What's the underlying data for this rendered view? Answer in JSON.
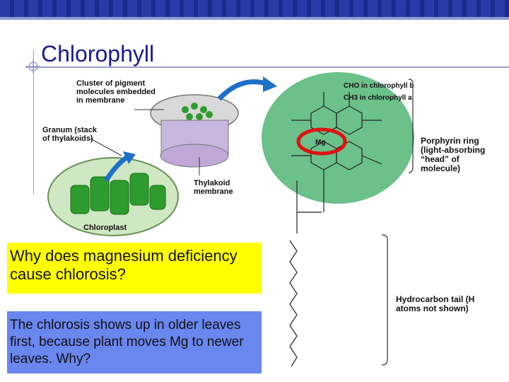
{
  "slide": {
    "title": "Chlorophyll",
    "question": "Why does magnesium deficiency cause chlorosis?",
    "answer": "The chlorosis shows up in older leaves first, because plant moves Mg to newer leaves. Why?"
  },
  "figure": {
    "cluster_label": "Cluster of pigment molecules embedded in membrane",
    "granum_label": "Granum (stack of thylakoids)",
    "thylakoid_label": "Thylakoid membrane",
    "chloroplast_label": "Chloroplast",
    "chl_b_label": "CHO in chlorophyll b",
    "chl_a_label": "CH3 in chlorophyll a",
    "porphyrin_label": "Porphyrin ring (light-absorbing “head” of molecule)",
    "tail_label": "Hydrocarbon tail (H atoms not shown)",
    "mg_label": "Mg"
  },
  "colors": {
    "title": "#1b1b8f",
    "question_bg": "#ffff00",
    "answer_bg": "#6a86ef",
    "porphyrin_bg": "#6cc08a",
    "mg_highlight": "#e01010",
    "chloroplast_green": "#2e9b2e"
  }
}
